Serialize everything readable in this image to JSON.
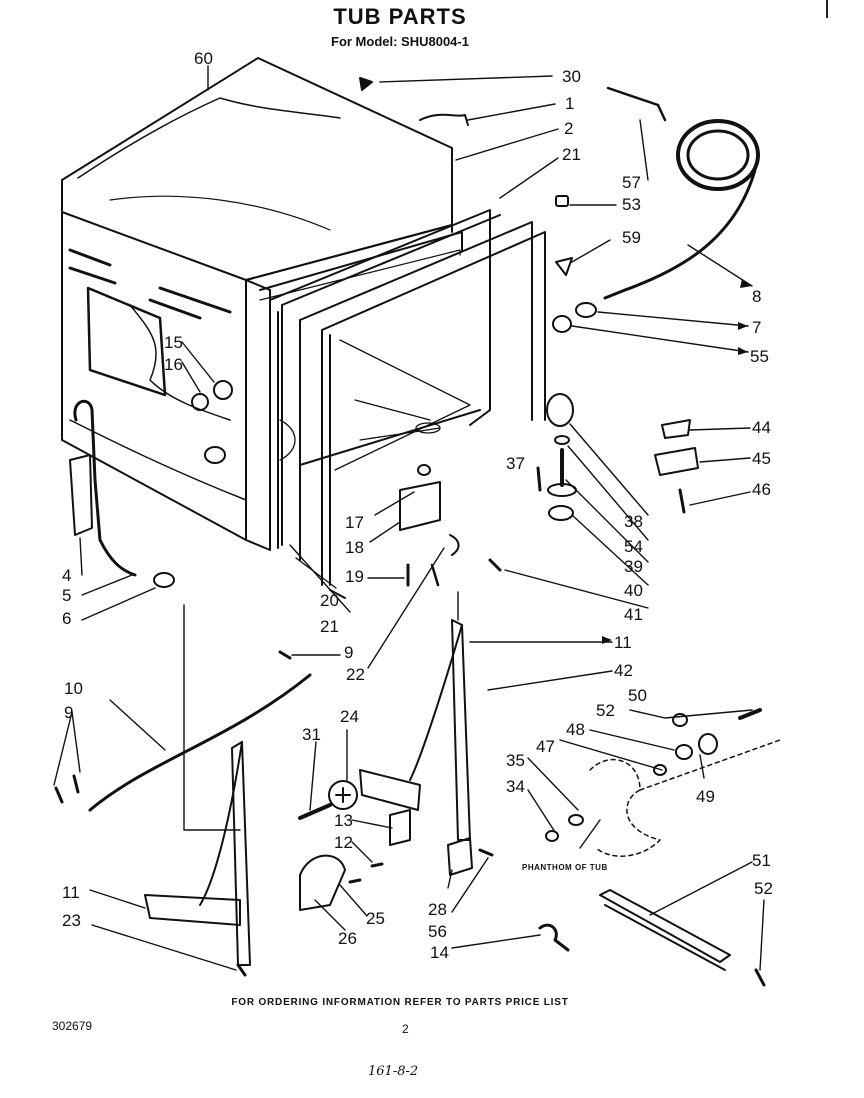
{
  "header": {
    "title": "TUB PARTS",
    "model": "For Model: SHU8004-1"
  },
  "callouts": {
    "c60": "60",
    "c30": "30",
    "c1": "1",
    "c2": "2",
    "c21a": "21",
    "c57": "57",
    "c53": "53",
    "c59": "59",
    "c8": "8",
    "c7": "7",
    "c55": "55",
    "c15": "15",
    "c16": "16",
    "c44": "44",
    "c45": "45",
    "c46": "46",
    "c37": "37",
    "c38": "38",
    "c54": "54",
    "c39": "39",
    "c40": "40",
    "c41": "41",
    "c17": "17",
    "c18": "18",
    "c19": "19",
    "c20": "20",
    "c21b": "21",
    "c22": "22",
    "c4": "4",
    "c5": "5",
    "c6": "6",
    "c9a": "9",
    "c11a": "11",
    "c42": "42",
    "c50": "50",
    "c52a": "52",
    "c48": "48",
    "c47": "47",
    "c49": "49",
    "c35": "35",
    "c34": "34",
    "c10": "10",
    "c9b": "9",
    "c24": "24",
    "c31": "31",
    "c13": "13",
    "c12": "12",
    "c25": "25",
    "c26": "26",
    "c28": "28",
    "c56": "56",
    "c14": "14",
    "c11b": "11",
    "c23": "23",
    "c51": "51",
    "c52b": "52"
  },
  "phantom_label": "PHANTHOM OF TUB",
  "footer": {
    "note": "FOR ORDERING INFORMATION REFER TO PARTS PRICE LIST",
    "doc_number": "302679",
    "page": "2",
    "handwritten": "161-8-2"
  }
}
